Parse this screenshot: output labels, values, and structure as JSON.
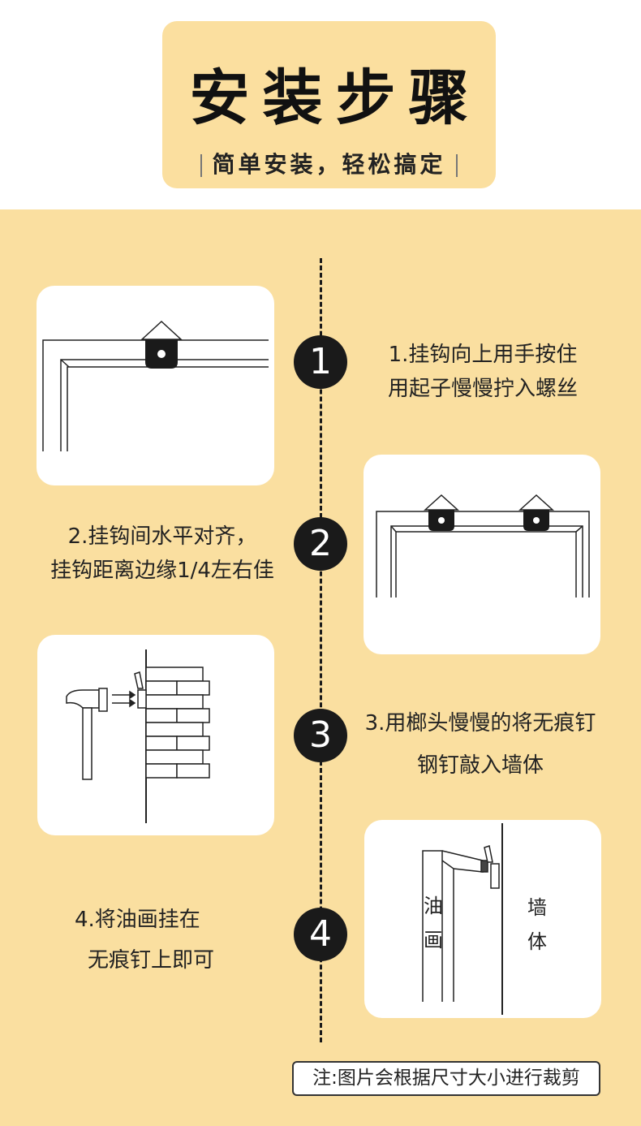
{
  "header": {
    "title": "安装步骤",
    "subtitle": "简单安装，轻松搞定"
  },
  "steps": [
    {
      "number": "1",
      "lines": [
        "1.挂钩向上用手按住",
        "用起子慢慢拧入螺丝"
      ]
    },
    {
      "number": "2",
      "lines": [
        "2.挂钩间水平对齐，",
        "挂钩距离边缘1/4左右佳"
      ]
    },
    {
      "number": "3",
      "lines": [
        "3.用榔头慢慢的将无痕钉",
        "钢钉敲入墙体"
      ]
    },
    {
      "number": "4",
      "lines": [
        "4.将油画挂在",
        "无痕钉上即可"
      ]
    }
  ],
  "step4_diagram": {
    "painting_label": [
      "油",
      "画"
    ],
    "wall_label": [
      "墙",
      "体"
    ]
  },
  "note": "注:图片会根据尺寸大小进行裁剪",
  "colors": {
    "band": "#fadfa0",
    "header_card": "#fbdf9f",
    "badge": "#1a1a1a"
  }
}
